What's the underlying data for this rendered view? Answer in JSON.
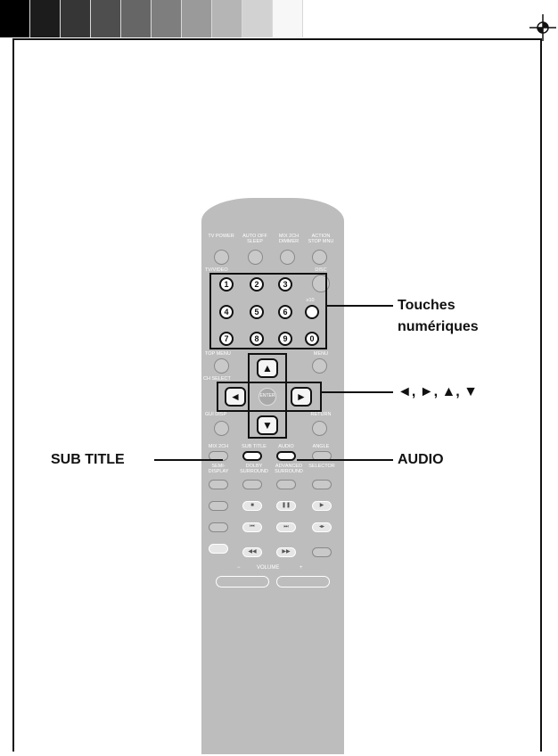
{
  "color_bar": {
    "swatches": [
      "#000000",
      "#1c1c1c",
      "#363636",
      "#4e4e4e",
      "#666666",
      "#7e7e7e",
      "#9a9a9a",
      "#b5b5b5",
      "#d2d2d2",
      "#f7f7f7"
    ]
  },
  "remote": {
    "body_color": "#bdbdbd",
    "top_labels": [
      "TV POWER",
      "AUTO OFF\nSLEEP",
      "MIX 2CH\nDIMMER",
      "ACTION\nSTOP MNU"
    ],
    "tv_video_label": "TV/VIDEO",
    "disc_label": "DISC",
    "num_keys": [
      "1",
      "2",
      "3",
      "4",
      "5",
      "6",
      "7",
      "8",
      "9",
      "0"
    ],
    "ten_plus_label": "≥10",
    "top_menu_label": "TOP MENU",
    "menu_label": "MENU",
    "ch_select_label": "CH SELECT",
    "gui_disp_label": "GUI DISP",
    "return_label": "RETURN",
    "enter_label": "ENTER",
    "mid_row_labels": [
      "MIX 2CH",
      "SUB TITLE",
      "AUDIO",
      "ANGLE"
    ],
    "lower_labels": [
      "SEMI-\nDISPLAY",
      "DOLBY\nSURROUND",
      "ADVANCED\nSURROUND",
      "SELECTOR"
    ],
    "volume_label": "VOLUME",
    "volume_minus": "−",
    "volume_plus": "+"
  },
  "callouts": {
    "touches": "Touches",
    "numeriques": "numériques",
    "arrows": "◄, ►, ▲, ▼",
    "subtitle": "SUB TITLE",
    "audio": "AUDIO"
  }
}
